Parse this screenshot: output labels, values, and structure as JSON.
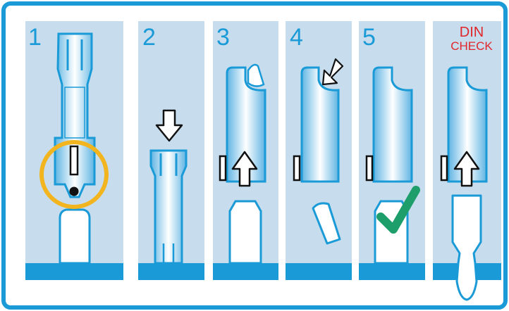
{
  "steps": [
    {
      "label": "1"
    },
    {
      "label": "2"
    },
    {
      "label": "3"
    },
    {
      "label": "4"
    },
    {
      "label": "5"
    }
  ],
  "din_check": {
    "line1": "DIN",
    "line2": "CHECK"
  },
  "colors": {
    "border": "#1a9ad6",
    "panel": "#c7ddee",
    "base": "#1a9ad6",
    "accent_label": "#e0262a",
    "highlight_ring": "#f2b51f",
    "checkmark": "#1e9e6a"
  },
  "icons": [
    "arrow-down-icon",
    "arrow-up-icon",
    "arrow-diagonal-icon",
    "checkmark-icon",
    "highlight-circle-icon"
  ]
}
